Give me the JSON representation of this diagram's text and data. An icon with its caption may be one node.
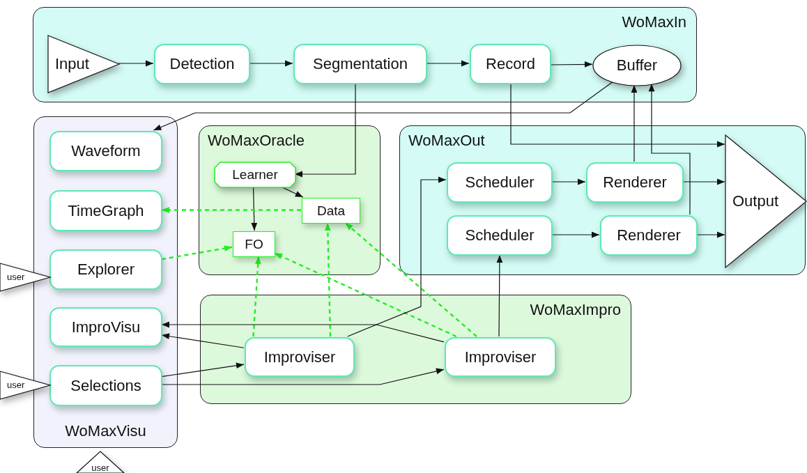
{
  "diagram": {
    "nodes": [
      {
        "text": [
          "WoMaxIn"
        ]
      },
      {
        "text": [
          "Input"
        ],
        "in": 0
      },
      {
        "text": [
          "Detection"
        ],
        "in": 0
      },
      {
        "text": [
          "Segmentation"
        ],
        "in": 0
      },
      {
        "text": [
          "Record"
        ],
        "in": 0
      },
      {
        "text": [
          "Buffer"
        ],
        "in": 0
      },
      {
        "text": [
          "WoMaxVisu"
        ]
      },
      {
        "text": [
          "Waveform"
        ],
        "in": 6
      },
      {
        "text": [
          "TimeGraph"
        ],
        "in": 6
      },
      {
        "text": [
          "Explorer"
        ],
        "in": 6
      },
      {
        "text": [
          "ImproVisu"
        ],
        "in": 6
      },
      {
        "text": [
          "Selections"
        ],
        "in": 6
      },
      {
        "text": [
          "WoMaxOracle"
        ]
      },
      {
        "text": [
          "Learner"
        ],
        "in": 12
      },
      {
        "text": [
          "Data"
        ],
        "in": 12
      },
      {
        "text": [
          "FO"
        ],
        "in": 12
      },
      {
        "text": [
          "WoMaxOut"
        ]
      },
      {
        "text": [
          "Scheduler"
        ],
        "in": 16
      },
      {
        "text": [
          "Renderer"
        ],
        "in": 16
      },
      {
        "text": [
          "Scheduler"
        ],
        "in": 16
      },
      {
        "text": [
          "Renderer"
        ],
        "in": 16
      },
      {
        "text": [
          "Output"
        ],
        "in": 16
      },
      {
        "text": [
          "WoMaxImpro"
        ]
      },
      {
        "text": [
          "Improviser"
        ],
        "in": 22
      },
      {
        "text": [
          "Improviser"
        ],
        "in": 22
      },
      {
        "text": [
          "user"
        ]
      },
      {
        "text": [
          "user"
        ]
      },
      {
        "text": [
          "user"
        ]
      }
    ],
    "edges": [
      {
        "from": 1,
        "to": 2,
        "arrow": "to"
      },
      {
        "from": 2,
        "to": 3,
        "arrow": "to"
      },
      {
        "from": 3,
        "to": 4,
        "arrow": "to"
      },
      {
        "from": 4,
        "to": 5,
        "arrow": "to"
      },
      {
        "from": 5,
        "to": 7,
        "arrow": "to"
      },
      {
        "from": 3,
        "to": 13,
        "arrow": "to"
      },
      {
        "from": 4,
        "to": 21,
        "arrow": "to"
      },
      {
        "from": 18,
        "to": 5,
        "arrow": "to"
      },
      {
        "from": 20,
        "to": 5,
        "arrow": "to"
      },
      {
        "from": 17,
        "to": 18,
        "arrow": "to"
      },
      {
        "from": 19,
        "to": 20,
        "arrow": "to"
      },
      {
        "from": 18,
        "to": 21,
        "arrow": "to"
      },
      {
        "from": 20,
        "to": 21,
        "arrow": "to"
      },
      {
        "from": 13,
        "to": 14,
        "arrow": "to"
      },
      {
        "from": 13,
        "to": 15,
        "arrow": "to"
      },
      {
        "from": 14,
        "to": 8,
        "arrow": "to",
        "style": "dashed",
        "color": "#22ee22"
      },
      {
        "from": 9,
        "to": 15,
        "arrow": "to",
        "style": "dashed",
        "color": "#22ee22"
      },
      {
        "from": 23,
        "to": 15,
        "arrow": "to",
        "style": "dashed",
        "color": "#22ee22"
      },
      {
        "from": 23,
        "to": 14,
        "arrow": "to",
        "style": "dashed",
        "color": "#22ee22"
      },
      {
        "from": 24,
        "to": 15,
        "arrow": "to",
        "style": "dashed",
        "color": "#22ee22"
      },
      {
        "from": 24,
        "to": 14,
        "arrow": "to",
        "style": "dashed",
        "color": "#22ee22"
      },
      {
        "from": 23,
        "to": 10,
        "arrow": "to"
      },
      {
        "from": 24,
        "to": 10,
        "arrow": "to"
      },
      {
        "from": 23,
        "to": 17,
        "arrow": "to"
      },
      {
        "from": 24,
        "to": 19,
        "arrow": "to"
      },
      {
        "from": 11,
        "to": 23,
        "arrow": "to"
      },
      {
        "from": 11,
        "to": 24,
        "arrow": "to"
      }
    ]
  }
}
